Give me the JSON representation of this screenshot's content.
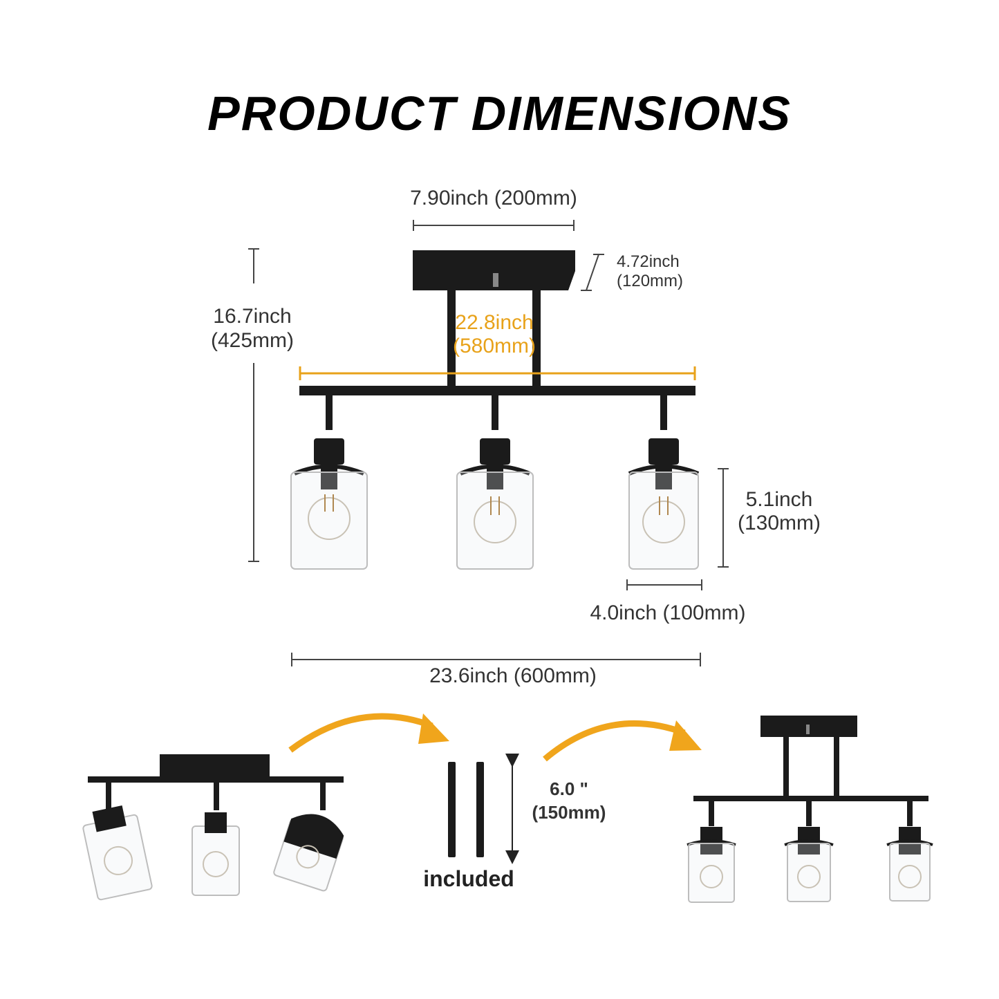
{
  "title": "PRODUCT DIMENSIONS",
  "colors": {
    "fixture": "#1b1b1b",
    "dimension_text": "#333333",
    "dimension_line": "#444444",
    "highlight": "#e8a21a",
    "arrow": "#f0a51c",
    "glass_stroke": "#bdbdbd",
    "bulb": "#d6cfc4"
  },
  "dimensions": {
    "canopy_width": "7.90inch (200mm)",
    "canopy_depth_in": "4.72inch",
    "canopy_depth_mm": "(120mm)",
    "total_height_in": "16.7inch",
    "total_height_mm": "(425mm)",
    "bar_length_in": "22.8inch",
    "bar_length_mm": "(580mm)",
    "shade_height_in": "5.1inch",
    "shade_height_mm": "(130mm)",
    "shade_width": "4.0inch (100mm)",
    "total_width": "23.6inch (600mm)"
  },
  "extension": {
    "rod_length_in": "6.0 \"",
    "rod_length_mm": "(150mm)",
    "included_label": "included"
  }
}
